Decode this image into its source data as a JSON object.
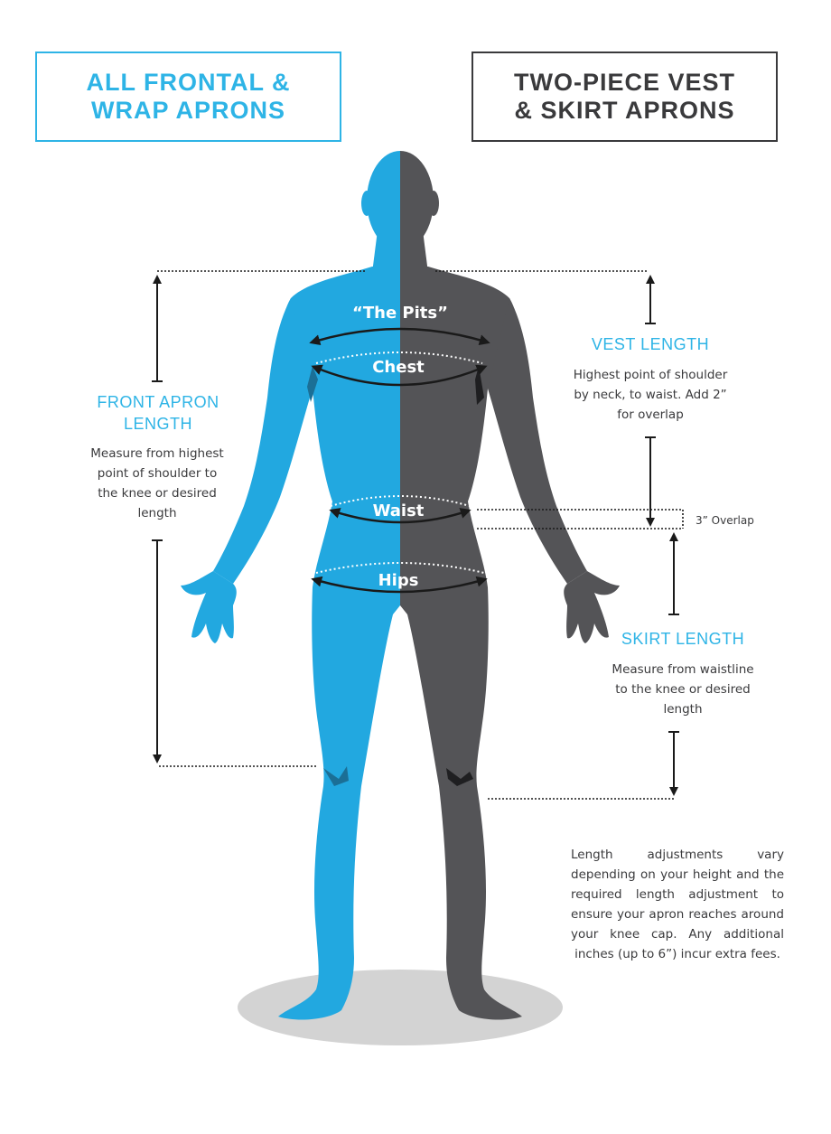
{
  "left_box": {
    "line1": "ALL FRONTAL &",
    "line2": "WRAP APRONS"
  },
  "right_box": {
    "line1": "TWO-PIECE VEST",
    "line2": "& SKIRT APRONS"
  },
  "front_apron": {
    "heading_line1": "FRONT APRON",
    "heading_line2": "LENGTH",
    "desc_lines": [
      "Measure from highest",
      "point of shoulder to",
      "the knee or desired",
      "length"
    ]
  },
  "vest": {
    "heading": "VEST LENGTH",
    "desc_lines": [
      "Highest point of shoulder",
      "by neck, to waist. Add 2”",
      "for overlap"
    ]
  },
  "skirt": {
    "heading": "SKIRT LENGTH",
    "desc_lines": [
      "Measure from waistline",
      "to the knee or desired",
      "length"
    ]
  },
  "overlap_label": "3” Overlap",
  "body_labels": {
    "pits": "“The Pits”",
    "chest": "Chest",
    "waist": "Waist",
    "hips": "Hips"
  },
  "note": "Length adjustments vary depending on your height and the required length adjustment to ensure your apron reaches around your knee cap. Any additional inches (up to 6”) incur extra fees.",
  "colors": {
    "blue": "#2eb4e6",
    "body_blue": "#22a8e0",
    "dark": "#3a3a3c",
    "body_dark": "#545457",
    "floor": "#d3d3d3"
  }
}
